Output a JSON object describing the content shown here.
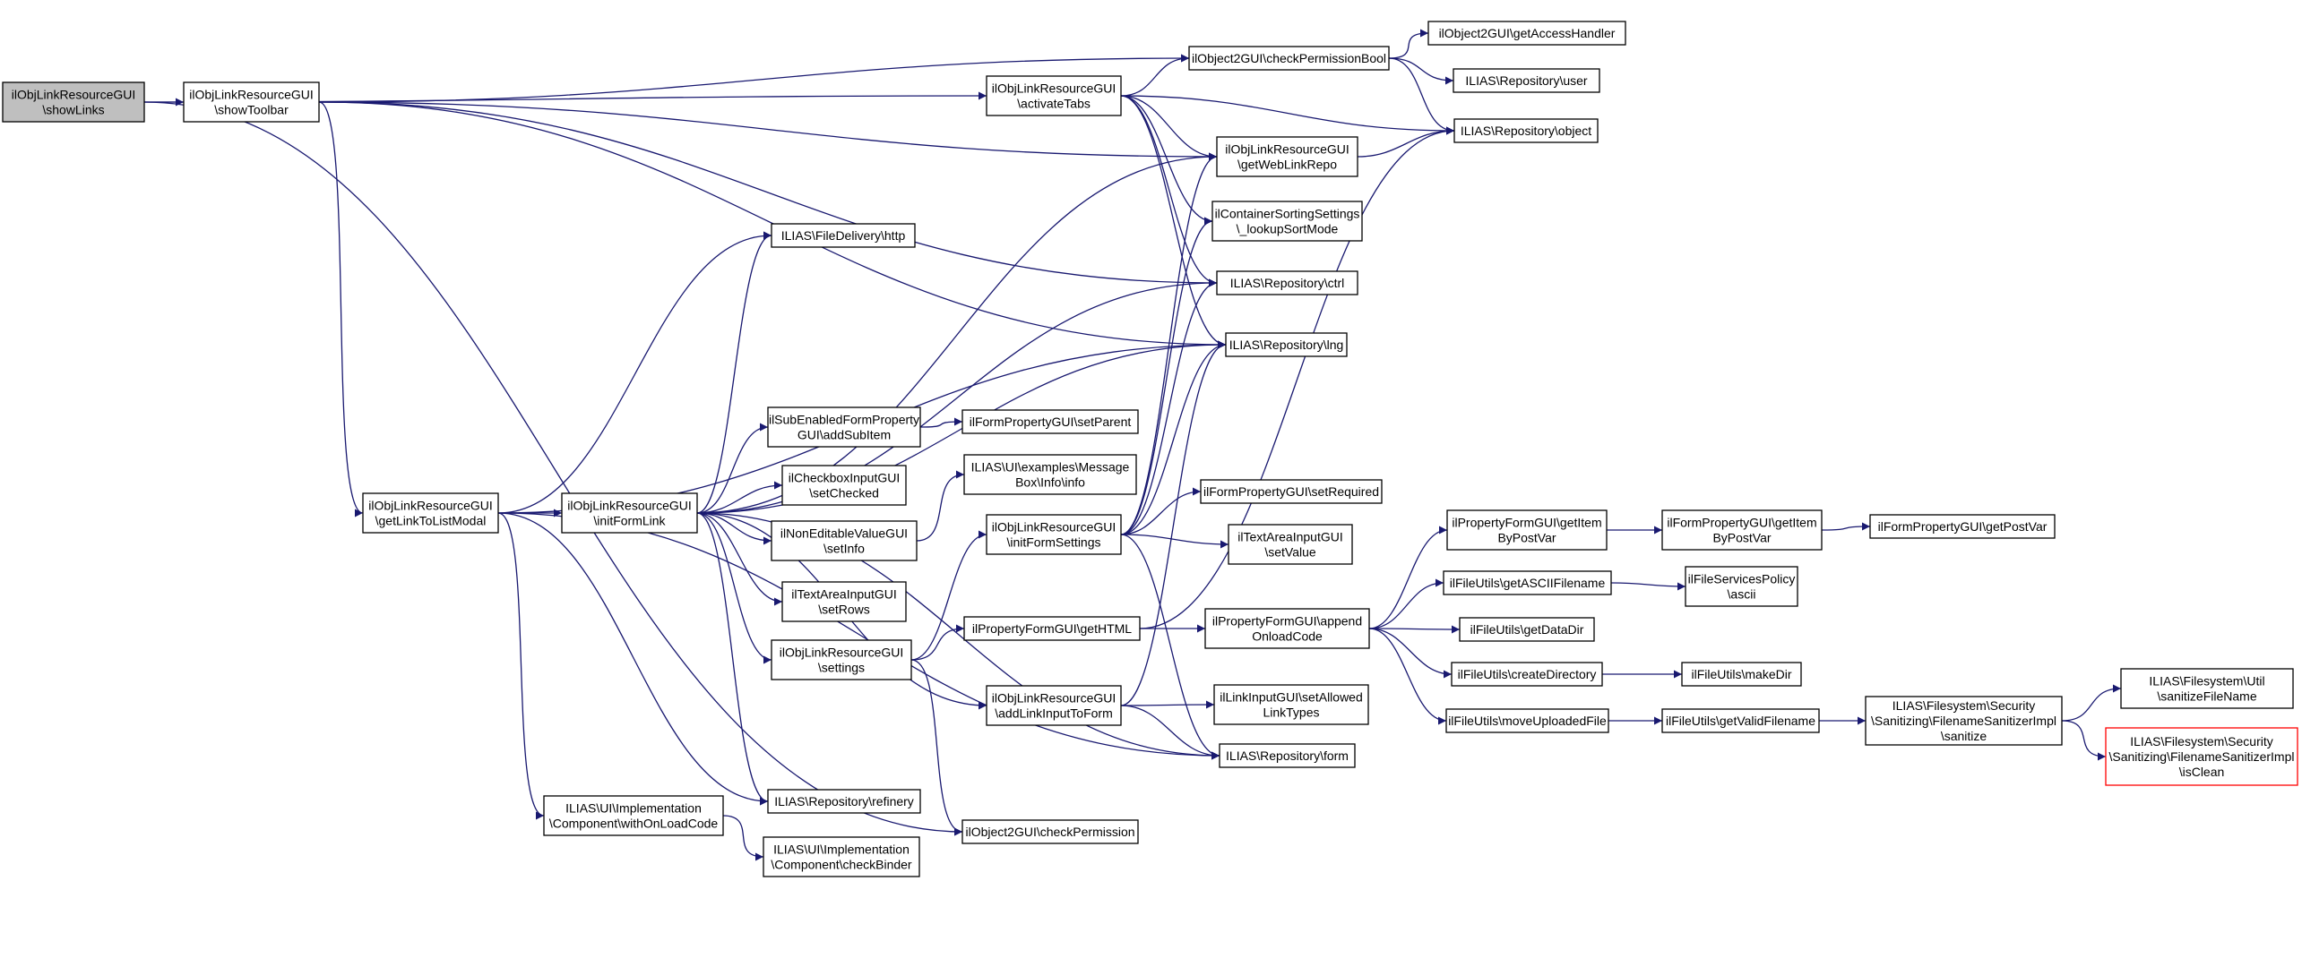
{
  "colors": {
    "edge": "#191970",
    "node_border": "#000000",
    "node_fill": "#ffffff",
    "root_fill": "#bfbfbf",
    "truncated_border": "#ff0000"
  },
  "nodes": [
    {
      "id": "showLinks",
      "lines": [
        "ilObjLinkResourceGUI",
        "\\showLinks"
      ],
      "style": "root"
    },
    {
      "id": "showToolbar",
      "lines": [
        "ilObjLinkResourceGUI",
        "\\showToolbar"
      ]
    },
    {
      "id": "getLinkToListModal",
      "lines": [
        "ilObjLinkResourceGUI",
        "\\getLinkToListModal"
      ]
    },
    {
      "id": "initFormLink",
      "lines": [
        "ilObjLinkResourceGUI",
        "\\initFormLink"
      ]
    },
    {
      "id": "withOnLoadCode",
      "lines": [
        "ILIAS\\UI\\Implementation",
        "\\Component\\withOnLoadCode"
      ]
    },
    {
      "id": "fileDeliveryHttp",
      "lines": [
        "ILIAS\\FileDelivery\\http"
      ]
    },
    {
      "id": "addSubItem",
      "lines": [
        "ilSubEnabledFormProperty",
        "GUI\\addSubItem"
      ]
    },
    {
      "id": "setChecked",
      "lines": [
        "ilCheckboxInputGUI",
        "\\setChecked"
      ]
    },
    {
      "id": "setInfo",
      "lines": [
        "ilNonEditableValueGUI",
        "\\setInfo"
      ]
    },
    {
      "id": "setRows",
      "lines": [
        "ilTextAreaInputGUI",
        "\\setRows"
      ]
    },
    {
      "id": "settings",
      "lines": [
        "ilObjLinkResourceGUI",
        "\\settings"
      ]
    },
    {
      "id": "refinery",
      "lines": [
        "ILIAS\\Repository\\refinery"
      ]
    },
    {
      "id": "checkBinder",
      "lines": [
        "ILIAS\\UI\\Implementation",
        "\\Component\\checkBinder"
      ]
    },
    {
      "id": "activateTabs",
      "lines": [
        "ilObjLinkResourceGUI",
        "\\activateTabs"
      ]
    },
    {
      "id": "setParent",
      "lines": [
        "ilFormPropertyGUI\\setParent"
      ]
    },
    {
      "id": "messageBoxInfo",
      "lines": [
        "ILIAS\\UI\\examples\\Message",
        "Box\\Info\\info"
      ]
    },
    {
      "id": "initFormSettings",
      "lines": [
        "ilObjLinkResourceGUI",
        "\\initFormSettings"
      ]
    },
    {
      "id": "getHTML",
      "lines": [
        "ilPropertyFormGUI\\getHTML"
      ]
    },
    {
      "id": "addLinkInputToForm",
      "lines": [
        "ilObjLinkResourceGUI",
        "\\addLinkInputToForm"
      ]
    },
    {
      "id": "checkPermission",
      "lines": [
        "ilObject2GUI\\checkPermission"
      ]
    },
    {
      "id": "checkPermissionBool",
      "lines": [
        "ilObject2GUI\\checkPermissionBool"
      ]
    },
    {
      "id": "getWebLinkRepo",
      "lines": [
        "ilObjLinkResourceGUI",
        "\\getWebLinkRepo"
      ]
    },
    {
      "id": "lookupSortMode",
      "lines": [
        "ilContainerSortingSettings",
        "\\_lookupSortMode"
      ]
    },
    {
      "id": "ctrl",
      "lines": [
        "ILIAS\\Repository\\ctrl"
      ]
    },
    {
      "id": "lng",
      "lines": [
        "ILIAS\\Repository\\lng"
      ]
    },
    {
      "id": "setRequired",
      "lines": [
        "ilFormPropertyGUI\\setRequired"
      ]
    },
    {
      "id": "setValue",
      "lines": [
        "ilTextAreaInputGUI",
        "\\setValue"
      ]
    },
    {
      "id": "appendOnloadCode",
      "lines": [
        "ilPropertyFormGUI\\append",
        "OnloadCode"
      ]
    },
    {
      "id": "setAllowedLinkTypes",
      "lines": [
        "ilLinkInputGUI\\setAllowed",
        "LinkTypes"
      ]
    },
    {
      "id": "form",
      "lines": [
        "ILIAS\\Repository\\form"
      ]
    },
    {
      "id": "getAccessHandler",
      "lines": [
        "ilObject2GUI\\getAccessHandler"
      ]
    },
    {
      "id": "user",
      "lines": [
        "ILIAS\\Repository\\user"
      ]
    },
    {
      "id": "object",
      "lines": [
        "ILIAS\\Repository\\object"
      ]
    },
    {
      "id": "pfGetItemByPostVar",
      "lines": [
        "ilPropertyFormGUI\\getItem",
        "ByPostVar"
      ]
    },
    {
      "id": "getASCIIFilename",
      "lines": [
        "ilFileUtils\\getASCIIFilename"
      ]
    },
    {
      "id": "getDataDir",
      "lines": [
        "ilFileUtils\\getDataDir"
      ]
    },
    {
      "id": "createDirectory",
      "lines": [
        "ilFileUtils\\createDirectory"
      ]
    },
    {
      "id": "moveUploadedFile",
      "lines": [
        "ilFileUtils\\moveUploadedFile"
      ]
    },
    {
      "id": "fpGetItemByPostVar",
      "lines": [
        "ilFormPropertyGUI\\getItem",
        "ByPostVar"
      ]
    },
    {
      "id": "ascii",
      "lines": [
        "ilFileServicesPolicy",
        "\\ascii"
      ]
    },
    {
      "id": "makeDir",
      "lines": [
        "ilFileUtils\\makeDir"
      ]
    },
    {
      "id": "getValidFilename",
      "lines": [
        "ilFileUtils\\getValidFilename"
      ]
    },
    {
      "id": "getPostVar",
      "lines": [
        "ilFormPropertyGUI\\getPostVar"
      ]
    },
    {
      "id": "sanitize",
      "lines": [
        "ILIAS\\Filesystem\\Security",
        "\\Sanitizing\\FilenameSanitizerImpl",
        "\\sanitize"
      ]
    },
    {
      "id": "sanitizeFileName",
      "lines": [
        "ILIAS\\Filesystem\\Util",
        "\\sanitizeFileName"
      ]
    },
    {
      "id": "isClean",
      "lines": [
        "ILIAS\\Filesystem\\Security",
        "\\Sanitizing\\FilenameSanitizerImpl",
        "\\isClean"
      ],
      "style": "truncated"
    }
  ],
  "edges": [
    [
      "showLinks",
      "showToolbar"
    ],
    [
      "showLinks",
      "activateTabs"
    ],
    [
      "showLinks",
      "checkPermission"
    ],
    [
      "showToolbar",
      "checkPermissionBool"
    ],
    [
      "showToolbar",
      "getWebLinkRepo"
    ],
    [
      "showToolbar",
      "ctrl"
    ],
    [
      "showToolbar",
      "lng"
    ],
    [
      "showToolbar",
      "getLinkToListModal"
    ],
    [
      "getLinkToListModal",
      "initFormLink"
    ],
    [
      "getLinkToListModal",
      "withOnLoadCode"
    ],
    [
      "getLinkToListModal",
      "fileDeliveryHttp"
    ],
    [
      "getLinkToListModal",
      "refinery"
    ],
    [
      "getLinkToListModal",
      "lng"
    ],
    [
      "getLinkToListModal",
      "form"
    ],
    [
      "withOnLoadCode",
      "checkBinder"
    ],
    [
      "initFormLink",
      "fileDeliveryHttp"
    ],
    [
      "initFormLink",
      "addSubItem"
    ],
    [
      "initFormLink",
      "setChecked"
    ],
    [
      "initFormLink",
      "setInfo"
    ],
    [
      "initFormLink",
      "setRows"
    ],
    [
      "initFormLink",
      "settings"
    ],
    [
      "initFormLink",
      "refinery"
    ],
    [
      "initFormLink",
      "addLinkInputToForm"
    ],
    [
      "initFormLink",
      "getWebLinkRepo"
    ],
    [
      "initFormLink",
      "ctrl"
    ],
    [
      "initFormLink",
      "lng"
    ],
    [
      "initFormLink",
      "form"
    ],
    [
      "addSubItem",
      "setParent"
    ],
    [
      "setInfo",
      "messageBoxInfo"
    ],
    [
      "settings",
      "initFormSettings"
    ],
    [
      "settings",
      "getHTML"
    ],
    [
      "settings",
      "checkPermission"
    ],
    [
      "activateTabs",
      "checkPermissionBool"
    ],
    [
      "activateTabs",
      "getWebLinkRepo"
    ],
    [
      "activateTabs",
      "lookupSortMode"
    ],
    [
      "activateTabs",
      "ctrl"
    ],
    [
      "activateTabs",
      "lng"
    ],
    [
      "activateTabs",
      "object"
    ],
    [
      "initFormSettings",
      "getWebLinkRepo"
    ],
    [
      "initFormSettings",
      "lookupSortMode"
    ],
    [
      "initFormSettings",
      "ctrl"
    ],
    [
      "initFormSettings",
      "lng"
    ],
    [
      "initFormSettings",
      "setRequired"
    ],
    [
      "initFormSettings",
      "setValue"
    ],
    [
      "initFormSettings",
      "form"
    ],
    [
      "getHTML",
      "appendOnloadCode"
    ],
    [
      "getHTML",
      "object"
    ],
    [
      "addLinkInputToForm",
      "setAllowedLinkTypes"
    ],
    [
      "addLinkInputToForm",
      "lng"
    ],
    [
      "addLinkInputToForm",
      "form"
    ],
    [
      "checkPermissionBool",
      "getAccessHandler"
    ],
    [
      "checkPermissionBool",
      "user"
    ],
    [
      "checkPermissionBool",
      "object"
    ],
    [
      "getWebLinkRepo",
      "object"
    ],
    [
      "appendOnloadCode",
      "pfGetItemByPostVar"
    ],
    [
      "appendOnloadCode",
      "getASCIIFilename"
    ],
    [
      "appendOnloadCode",
      "getDataDir"
    ],
    [
      "appendOnloadCode",
      "createDirectory"
    ],
    [
      "appendOnloadCode",
      "moveUploadedFile"
    ],
    [
      "pfGetItemByPostVar",
      "fpGetItemByPostVar"
    ],
    [
      "fpGetItemByPostVar",
      "getPostVar"
    ],
    [
      "getASCIIFilename",
      "ascii"
    ],
    [
      "createDirectory",
      "makeDir"
    ],
    [
      "moveUploadedFile",
      "getValidFilename"
    ],
    [
      "getValidFilename",
      "sanitize"
    ],
    [
      "sanitize",
      "sanitizeFileName"
    ],
    [
      "sanitize",
      "isClean"
    ]
  ]
}
